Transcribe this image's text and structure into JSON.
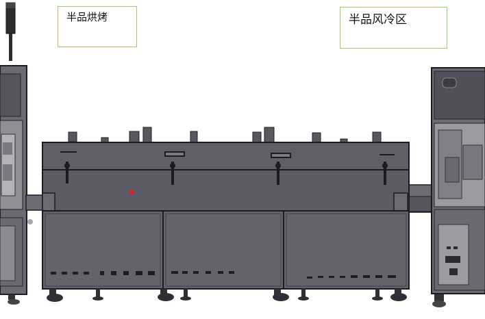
{
  "annotations": {
    "left_label": "半品烘烤",
    "right_label": "半品风冷区"
  },
  "colors": {
    "body_fill": "#5f5f69",
    "body_dark": "#3b3b42",
    "line_dark": "#1c1c20",
    "glass": "#8c8c93",
    "label_border": "#9ccc65",
    "marker": "#e0201e"
  },
  "icons": {
    "tower_light": "signal-tower-icon",
    "marker_dot": "red-dot-marker"
  }
}
